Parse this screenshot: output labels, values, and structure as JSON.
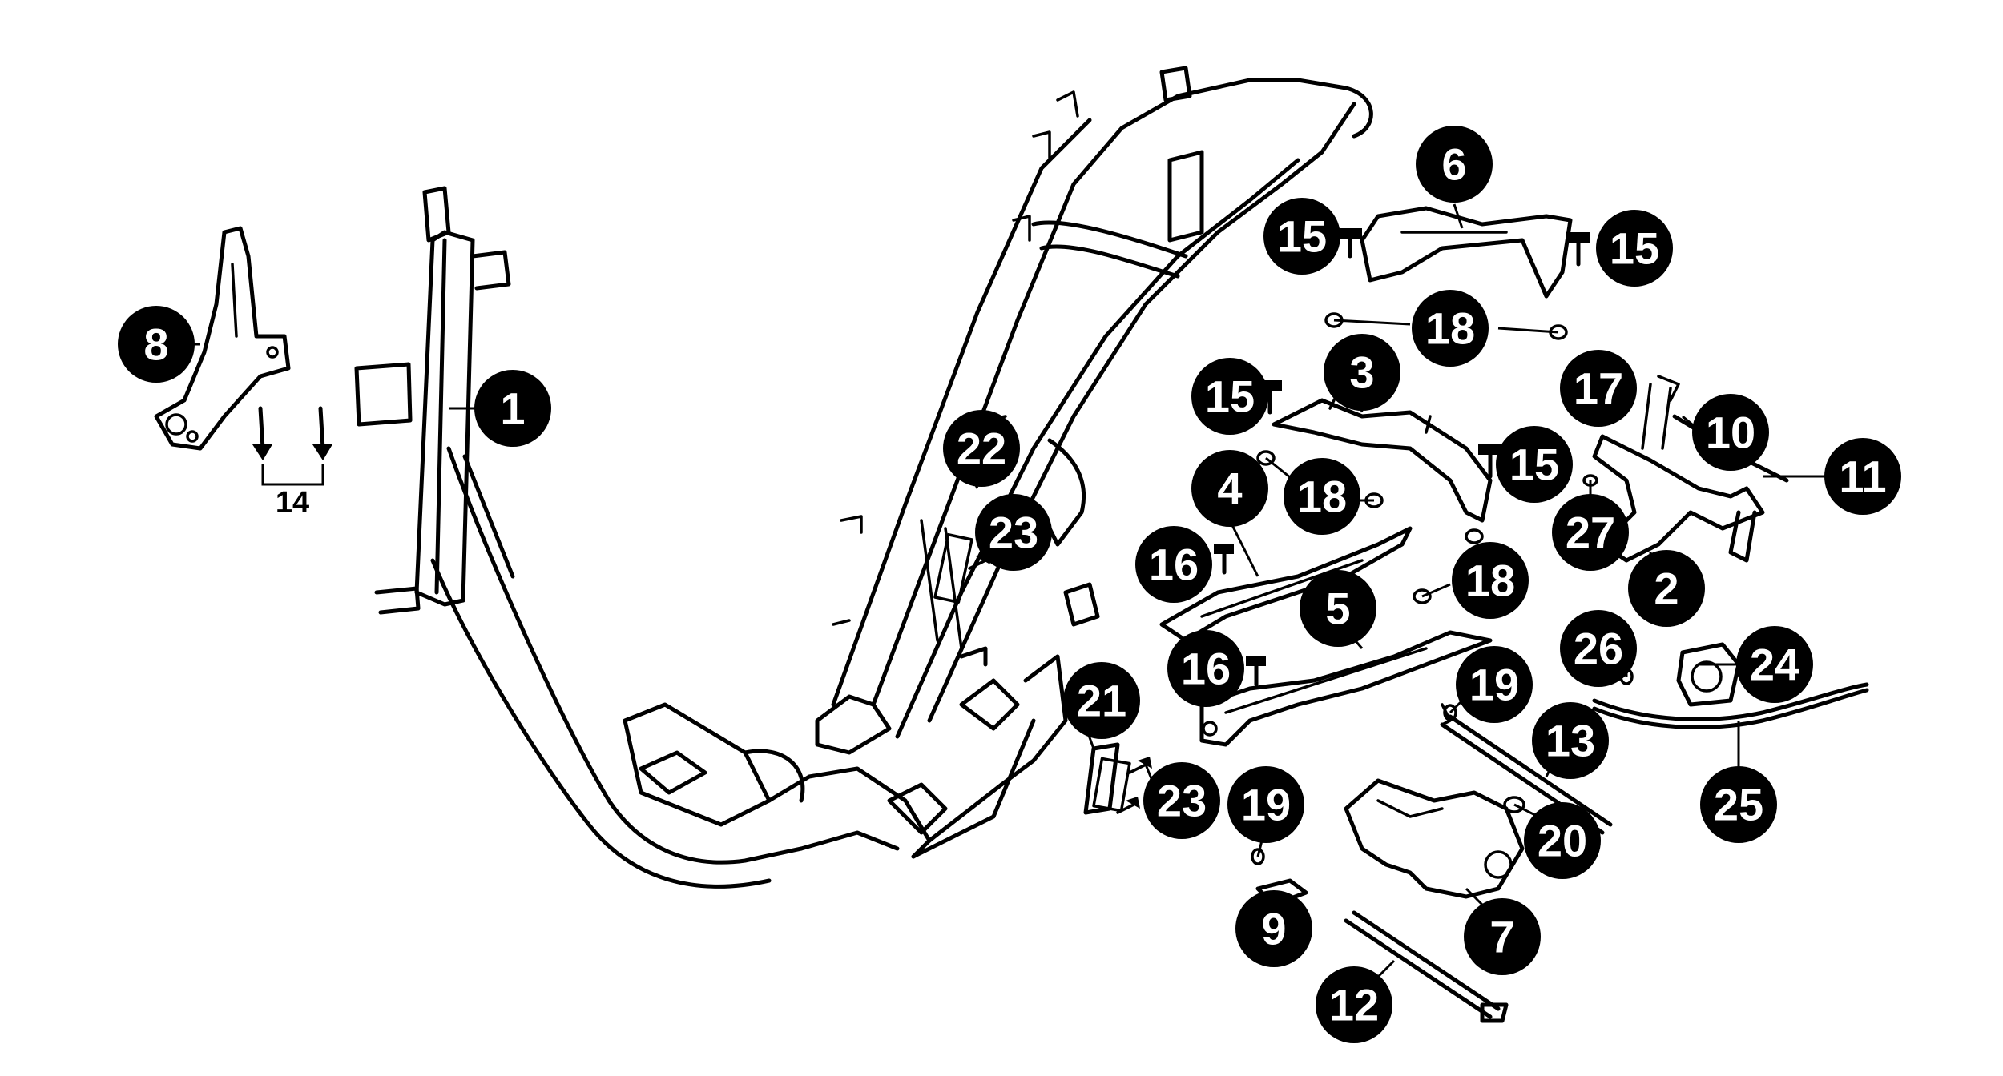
{
  "callouts": [
    {
      "label": "1"
    },
    {
      "label": "2"
    },
    {
      "label": "3"
    },
    {
      "label": "4"
    },
    {
      "label": "5"
    },
    {
      "label": "6"
    },
    {
      "label": "7"
    },
    {
      "label": "8"
    },
    {
      "label": "9"
    },
    {
      "label": "10"
    },
    {
      "label": "11"
    },
    {
      "label": "12"
    },
    {
      "label": "13"
    },
    {
      "label": "15"
    },
    {
      "label": "15"
    },
    {
      "label": "15"
    },
    {
      "label": "15"
    },
    {
      "label": "16"
    },
    {
      "label": "16"
    },
    {
      "label": "17"
    },
    {
      "label": "18"
    },
    {
      "label": "18"
    },
    {
      "label": "18"
    },
    {
      "label": "19"
    },
    {
      "label": "19"
    },
    {
      "label": "20"
    },
    {
      "label": "21"
    },
    {
      "label": "22"
    },
    {
      "label": "23"
    },
    {
      "label": "23"
    },
    {
      "label": "24"
    },
    {
      "label": "25"
    },
    {
      "label": "26"
    },
    {
      "label": "27"
    }
  ],
  "plain_labels": {
    "part_14": "14"
  }
}
